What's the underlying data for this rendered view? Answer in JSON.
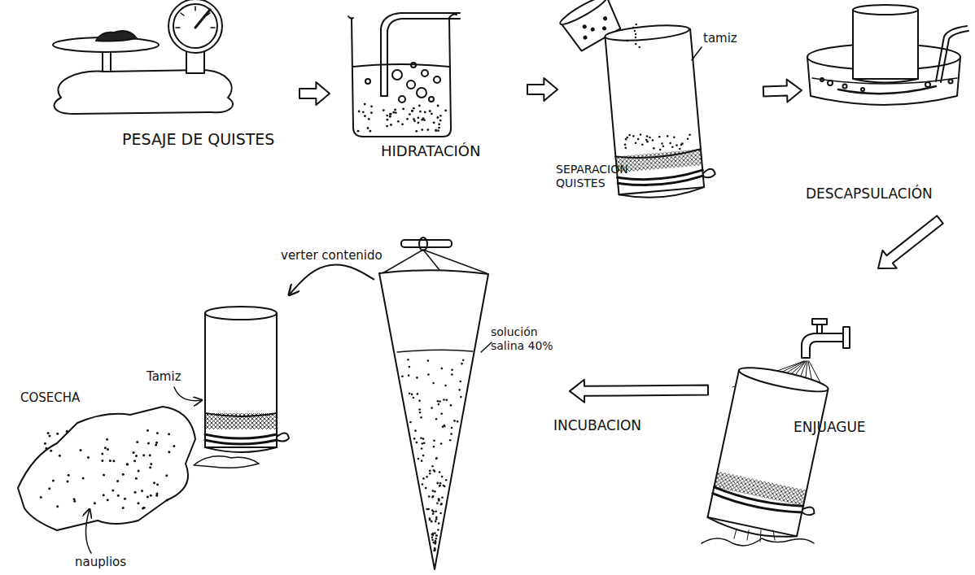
{
  "diagram": {
    "nodes": [
      {
        "text": [
          "PESAJE DE QUISTES"
        ]
      },
      {
        "text": [
          "HIDRATACIÓN"
        ]
      },
      {
        "text": [
          "SEPARACION QUISTES"
        ]
      },
      {
        "text": [
          "DESCAPSULACIÓN"
        ]
      },
      {
        "text": [
          "ENJUAGUE"
        ]
      },
      {
        "text": [
          "INCUBACION"
        ]
      },
      {
        "text": [
          "COSECHA"
        ]
      }
    ],
    "edges": [
      {
        "from": 0,
        "to": 1,
        "arrow": "to"
      },
      {
        "from": 1,
        "to": 2,
        "arrow": "to"
      },
      {
        "from": 2,
        "to": 3,
        "arrow": "to"
      },
      {
        "from": 3,
        "to": 4,
        "arrow": "to"
      },
      {
        "from": 4,
        "to": 5,
        "arrow": "to"
      },
      {
        "from": 5,
        "to": 6,
        "label": "verter contenido",
        "arrow": "to"
      }
    ],
    "labels": [
      "tamiz",
      "solución salina 40%",
      "Tamiz",
      "nauplios"
    ]
  }
}
